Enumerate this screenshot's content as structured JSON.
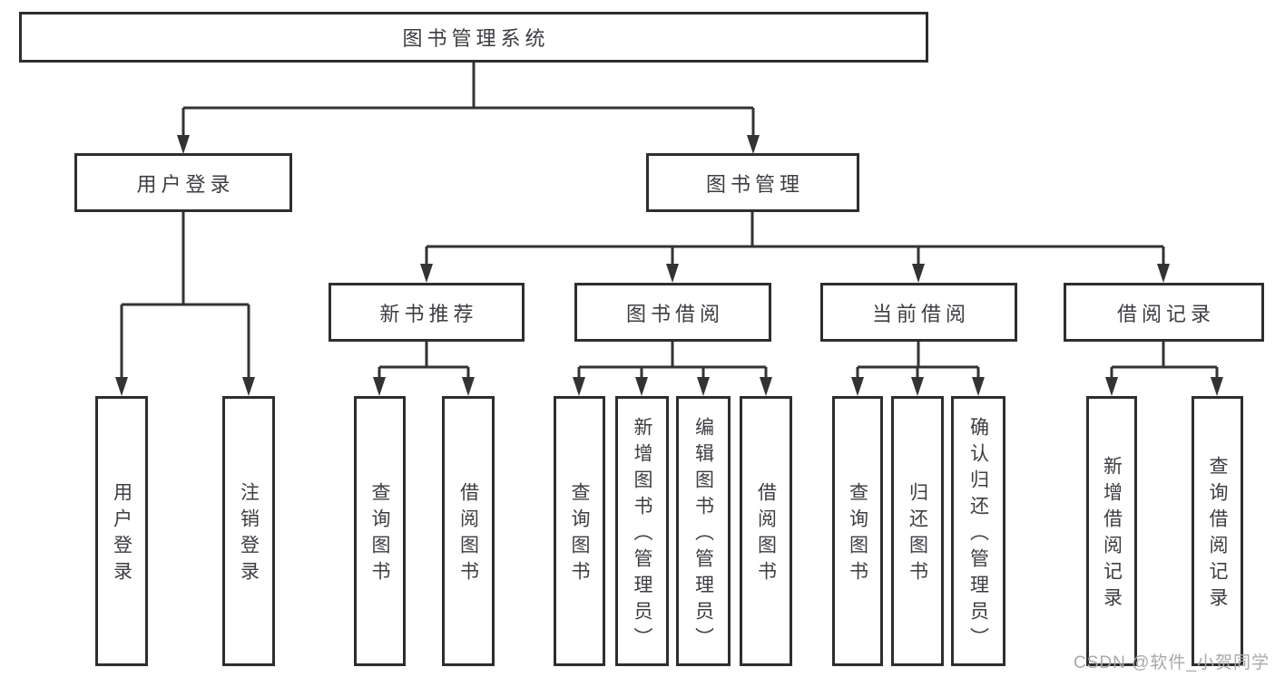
{
  "colors": {
    "line": "#333333",
    "box_border": "#2e2e2e",
    "text": "#3d3d42",
    "watermark_text": "#a9a9a9",
    "background": "#ffffff"
  },
  "tree": {
    "root": {
      "label": "图书管理系统"
    },
    "level2": [
      {
        "label": "用户登录",
        "children": [
          {
            "label": "用户登录"
          },
          {
            "label": "注销登录"
          }
        ]
      },
      {
        "label": "图书管理",
        "children": [
          {
            "label": "新书推荐",
            "children": [
              {
                "label": "查询图书"
              },
              {
                "label": "借阅图书"
              }
            ]
          },
          {
            "label": "图书借阅",
            "children": [
              {
                "label": "查询图书"
              },
              {
                "label": "新增图书（管理员）"
              },
              {
                "label": "编辑图书（管理员）"
              },
              {
                "label": "借阅图书"
              }
            ]
          },
          {
            "label": "当前借阅",
            "children": [
              {
                "label": "查询图书"
              },
              {
                "label": "归还图书"
              },
              {
                "label": "确认归还（管理员）"
              }
            ]
          },
          {
            "label": "借阅记录",
            "children": [
              {
                "label": "新增借阅记录"
              },
              {
                "label": "查询借阅记录"
              }
            ]
          }
        ]
      }
    ]
  },
  "watermark": {
    "text": "CSDN @软件_小贺同学"
  }
}
